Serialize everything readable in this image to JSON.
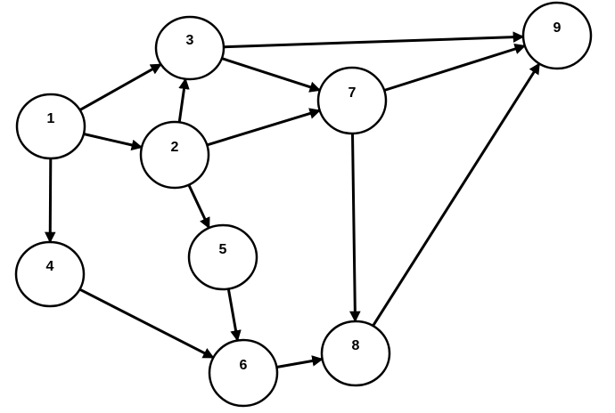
{
  "graph": {
    "nodes": [
      {
        "id": "1",
        "label": "1"
      },
      {
        "id": "2",
        "label": "2"
      },
      {
        "id": "3",
        "label": "3"
      },
      {
        "id": "4",
        "label": "4"
      },
      {
        "id": "5",
        "label": "5"
      },
      {
        "id": "6",
        "label": "6"
      },
      {
        "id": "7",
        "label": "7"
      },
      {
        "id": "8",
        "label": "8"
      },
      {
        "id": "9",
        "label": "9"
      }
    ],
    "edges": [
      {
        "from": "1",
        "to": "3"
      },
      {
        "from": "1",
        "to": "2"
      },
      {
        "from": "1",
        "to": "4"
      },
      {
        "from": "2",
        "to": "3"
      },
      {
        "from": "2",
        "to": "7"
      },
      {
        "from": "2",
        "to": "5"
      },
      {
        "from": "3",
        "to": "9"
      },
      {
        "from": "3",
        "to": "7"
      },
      {
        "from": "7",
        "to": "9"
      },
      {
        "from": "7",
        "to": "8"
      },
      {
        "from": "4",
        "to": "6"
      },
      {
        "from": "5",
        "to": "6"
      },
      {
        "from": "6",
        "to": "8"
      },
      {
        "from": "8",
        "to": "9"
      }
    ],
    "colors": {
      "stroke": "#000000",
      "fill": "#ffffff",
      "text": "#000000"
    }
  }
}
